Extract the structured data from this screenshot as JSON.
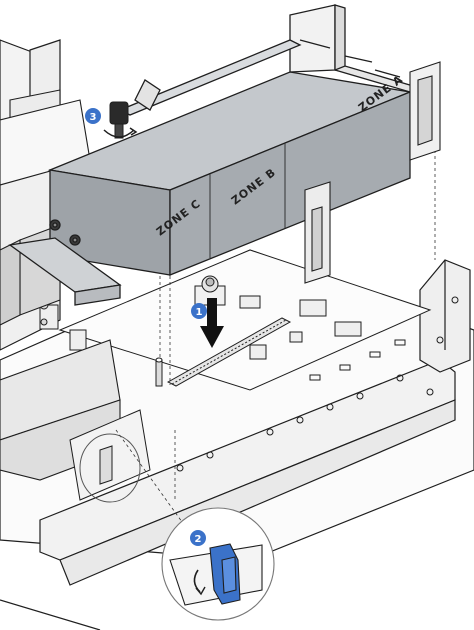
{
  "diagram": {
    "callouts": [
      {
        "number": "1",
        "target": "riser-card-into-slot"
      },
      {
        "number": "2",
        "target": "blue-retention-latch"
      },
      {
        "number": "3",
        "target": "captive-thumbscrew"
      }
    ],
    "zone_labels": [
      "ZONE A",
      "ZONE B",
      "ZONE C"
    ],
    "colors": {
      "line": "#1f1f1f",
      "cage_fill": "#9ea3a8",
      "cage_light": "#c4c8cc",
      "chassis_fill": "#f7f7f7",
      "accent_blue": "#3b72c9",
      "screw": "#2a2a2a"
    }
  }
}
